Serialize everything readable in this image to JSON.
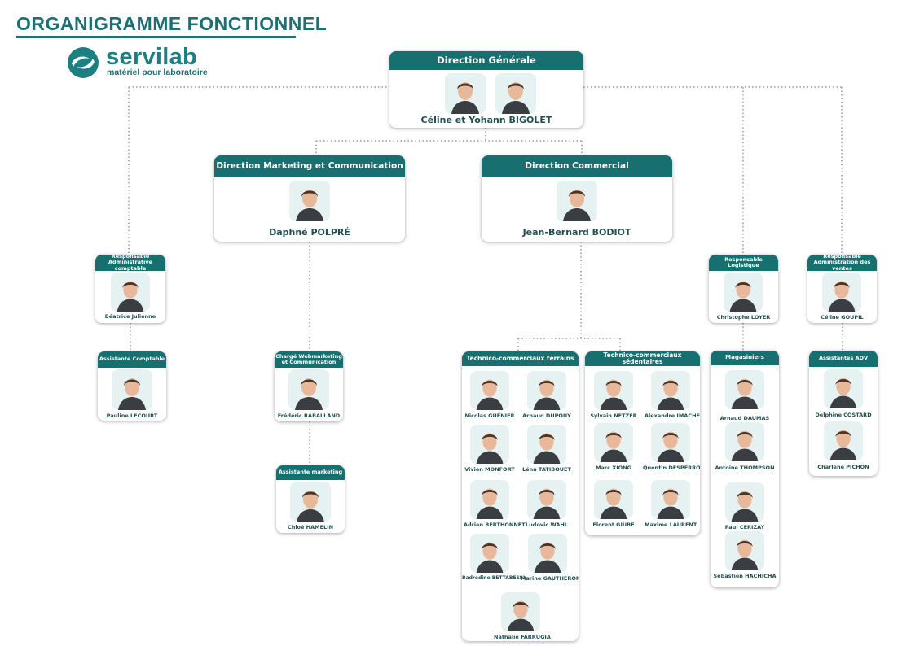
{
  "title": "ORGANIGRAMME FONCTIONNEL",
  "logo": {
    "name": "servilab",
    "tagline": "matériel pour laboratoire"
  },
  "colors": {
    "accent": "#17706f",
    "avatar_bg": "#e6f2f2",
    "connector": "#9a9a9a"
  },
  "direction_generale": {
    "title": "Direction Générale",
    "names": "Céline et Yohann BIGOLET"
  },
  "marketing": {
    "title": "Direction Marketing et Communication",
    "name": "Daphné POLPRÉ"
  },
  "commercial": {
    "title": "Direction Commercial",
    "name": "Jean-Bernard BODIOT"
  },
  "resp_admin": {
    "title": "Responsable Administrative comptable",
    "name": "Béatrice Julienne"
  },
  "assist_compta": {
    "title": "Assistante Comptable",
    "name": "Pauline LECOURT"
  },
  "webmarketing": {
    "title": "Chargé Webmarketing et Communication",
    "name": "Frédéric RABALLAND"
  },
  "assist_marketing": {
    "title": "Assistante marketing",
    "name": "Chloé HAMELIN"
  },
  "terrains": {
    "title": "Technico-commerciaux terrains",
    "people": [
      "Nicolas GUÉNIER",
      "Arnaud DUPOUY",
      "Vivien MONFORT",
      "Léna TATIBOUET",
      "Adrien BERTHONNET",
      "Ludovic WAHL",
      "Badredine BETTABESSI",
      "Marine GAUTHERON",
      "Nathalie FARRUGIA"
    ]
  },
  "sedentaires": {
    "title": "Technico-commerciaux sédentaires",
    "people": [
      "Sylvain NETZER",
      "Alexandre IMACHE",
      "Marc XIONG",
      "Quentin DESPERROIS",
      "Florent GIUBE",
      "Maxime LAURENT"
    ]
  },
  "logistique": {
    "title": "Responsable Logistique",
    "name": "Christophe LOYER"
  },
  "magasiniers": {
    "title": "Magasiniers",
    "people": [
      "Arnaud DAUMAS",
      "Antoine THOMPSON",
      "Paul CERIZAY",
      "Sébastien HACHICHA"
    ]
  },
  "adv": {
    "title": "Responsable Administration des ventes",
    "name": "Céline GOUPIL"
  },
  "assist_adv": {
    "title": "Assistantes ADV",
    "people": [
      "Delphine COSTARD",
      "Charlène PICHON"
    ]
  }
}
